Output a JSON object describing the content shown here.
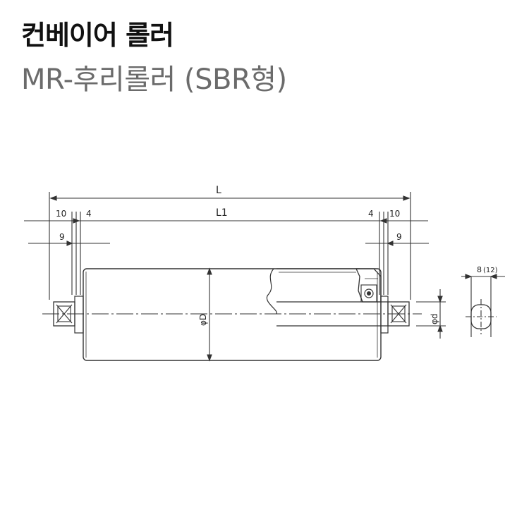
{
  "header": {
    "title": "컨베이어 롤러",
    "subtitle": "MR-후리롤러 (SBR형)"
  },
  "drawing": {
    "dimensions": {
      "overall_length": "L",
      "body_length": "L1",
      "left_10": "10",
      "left_4": "4",
      "left_9": "9",
      "right_4": "4",
      "right_10": "10",
      "right_9": "9",
      "diameter": "φD",
      "shaft": "φd"
    },
    "side_view": {
      "dim": "8",
      "dim_alt": "(12)"
    }
  }
}
